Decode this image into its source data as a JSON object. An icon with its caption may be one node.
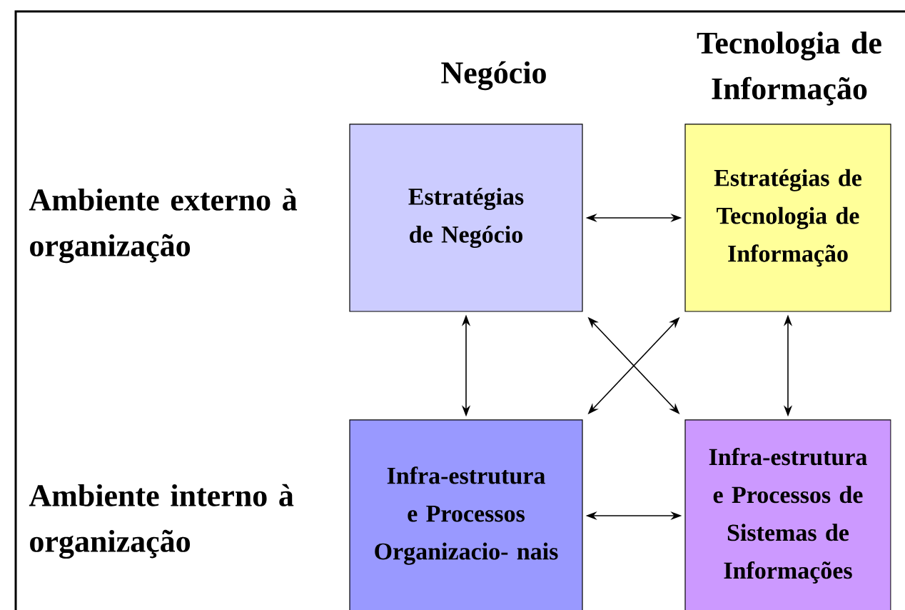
{
  "diagram": {
    "nodes": [
      {
        "text": [
          "Estratégias de Negócio"
        ]
      },
      {
        "text": [
          "Estratégias de Tecnologia de Informação"
        ]
      },
      {
        "text": [
          "Infra-estrutura e Processos Organizacio- nais"
        ]
      },
      {
        "text": [
          "Infra-estrutura e Processos de Sistemas de Informações"
        ]
      }
    ],
    "edges": [
      {
        "from": 0,
        "to": 1,
        "arrow": "both"
      },
      {
        "from": 0,
        "to": 2,
        "arrow": "both"
      },
      {
        "from": 0,
        "to": 3,
        "arrow": "both"
      },
      {
        "from": 1,
        "to": 2,
        "arrow": "both"
      },
      {
        "from": 1,
        "to": 3,
        "arrow": "both"
      },
      {
        "from": 2,
        "to": 3,
        "arrow": "both"
      }
    ],
    "labels": [
      "Tecnologia de Informação",
      "Negócio",
      "Ambiente externo à organização",
      "Ambiente interno à organização"
    ]
  }
}
